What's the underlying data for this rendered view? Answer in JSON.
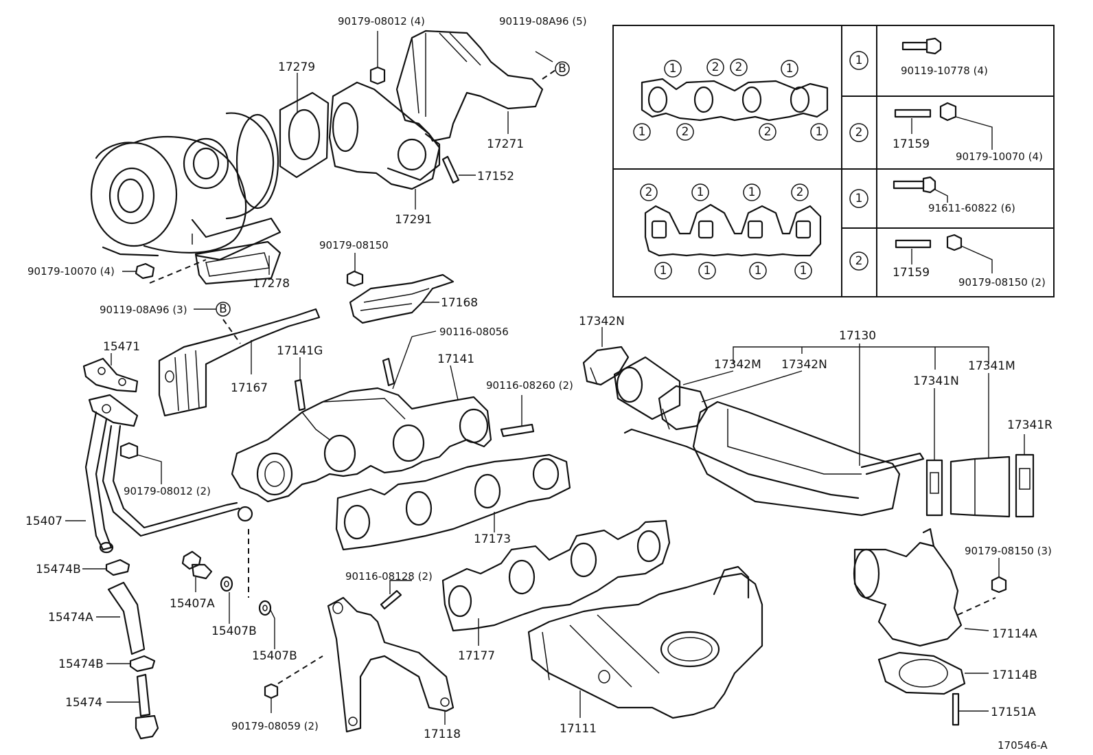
{
  "callouts": {
    "c01": "90179-08012 (4)",
    "c02": "90119-08A96 (5)",
    "c03": "17279",
    "c04": "17271",
    "c05": "17152",
    "c06": "17291",
    "c07": "90179-10070 (4)",
    "c08": "17278",
    "c09": "90179-08150",
    "c10": "17168",
    "c11": "90119-08A96 (3)",
    "c12": "15471",
    "c13": "17167",
    "c14": "17141G",
    "c15": "90116-08056",
    "c16": "17141",
    "c17": "90116-08260 (2)",
    "c18": "90179-08012 (2)",
    "c19": "15407",
    "c20": "17173",
    "c21": "15474B",
    "c22": "15407A",
    "c23": "15474A",
    "c24": "15407B",
    "c25": "15407B",
    "c26": "15474B",
    "c27": "15474",
    "c28": "90116-08128 (2)",
    "c29": "17177",
    "c30": "90179-08059 (2)",
    "c31": "17118",
    "c32": "17111",
    "c33": "17342N",
    "c34": "17130",
    "c35": "17342M",
    "c36": "17342N",
    "c37": "17341N",
    "c38": "17341M",
    "c39": "17341R",
    "c40": "90179-08150 (3)",
    "c41": "17114A",
    "c42": "17114B",
    "c43": "17151A",
    "c44": "170546-A"
  },
  "circle_refs": {
    "b1": "B",
    "b2": "B"
  },
  "table": {
    "r1_key": "1",
    "r1_bolt": "90119-10778 (4)",
    "r2_key": "2",
    "r2_stud": "17159",
    "r2_nut": "90179-10070 (4)",
    "r3_key": "1",
    "r3_bolt": "91611-60822 (6)",
    "r4_key": "2",
    "r4_stud": "17159",
    "r4_nut": "90179-08150 (2)"
  },
  "gasket_top_marks": {
    "t1": "1",
    "t2": "2",
    "t3": "2",
    "t4": "1",
    "b1": "1",
    "b2": "2",
    "b3": "2",
    "b4": "1"
  },
  "gasket_bottom_marks": {
    "t1": "2",
    "t2": "1",
    "t3": "1",
    "t4": "2",
    "b1": "1",
    "b2": "1",
    "b3": "1",
    "b4": "1"
  }
}
